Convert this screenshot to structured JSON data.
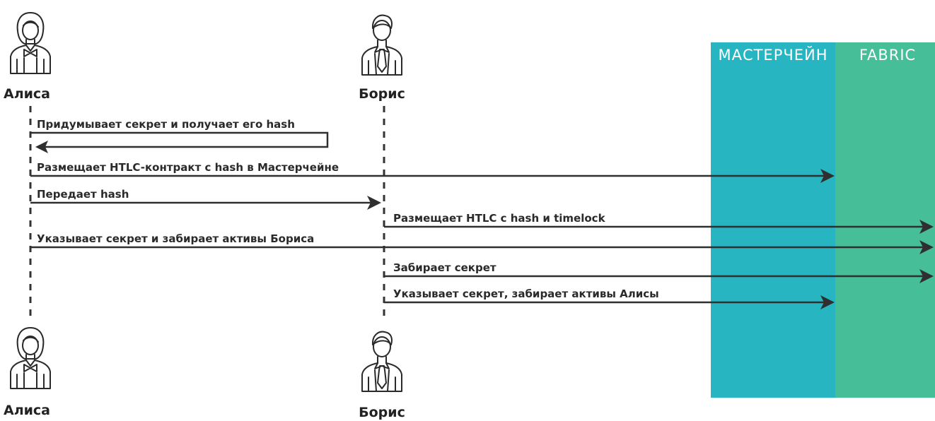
{
  "lanes": [
    {
      "label": "МАСТЕРЧЕЙН",
      "color": "#27b5c2"
    },
    {
      "label": "FABRIC",
      "color": "#46bf99"
    }
  ],
  "actors": {
    "alice": {
      "label": "Алиса",
      "icon": "woman-user-icon"
    },
    "boris": {
      "label": "Борис",
      "icon": "man-user-icon"
    }
  },
  "messages": [
    {
      "label": "Придумывает секрет и получает его hash",
      "from": "alice",
      "to": "alice",
      "kind": "self"
    },
    {
      "label": "Размещает HTLC-контракт с hash в Мастерчейне",
      "from": "alice",
      "to": "masterchain"
    },
    {
      "label": "Передает hash",
      "from": "alice",
      "to": "boris"
    },
    {
      "label": "Размещает HTLC с hash и timelock",
      "from": "boris",
      "to": "fabric"
    },
    {
      "label": "Указывает секрет и забирает активы Бориса",
      "from": "alice",
      "to": "fabric"
    },
    {
      "label": "Забирает секрет",
      "from": "boris",
      "to": "fabric"
    },
    {
      "label": "Указывает секрет, забирает активы Алисы",
      "from": "boris",
      "to": "masterchain"
    }
  ]
}
